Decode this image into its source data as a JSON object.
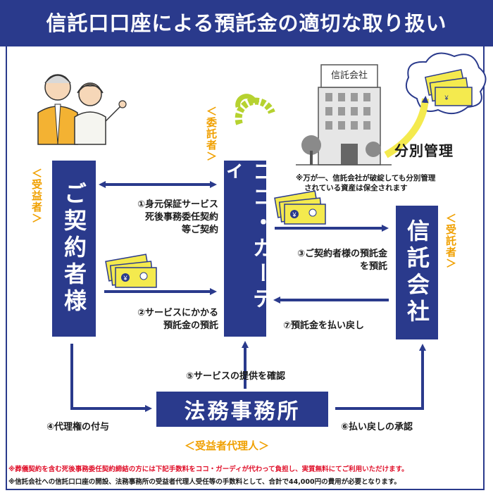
{
  "title": "信託口口座による預託金の適切な取り扱い",
  "nodes": {
    "customer": "ご契約者様",
    "coco": "ココ・ガーディ",
    "trust": "信託会社",
    "office": "法務事務所"
  },
  "roles": {
    "beneficiary": "＜受益者＞",
    "trustor": "＜委託者＞",
    "trustee": "＜受託者＞",
    "agent": "＜受益者代理人＞"
  },
  "building_sign": "信託会社",
  "segregation": "分別管理",
  "safety_note": [
    "※万が一、信託会社が破綻しても分別管理",
    "されている資産は保全されます"
  ],
  "steps": {
    "s1": [
      "①身元保証サービス",
      "死後事務委任契約",
      "等ご契約"
    ],
    "s2": [
      "②サービスにかかる",
      "預託金の預託"
    ],
    "s3": [
      "③ご契約者様の預託金",
      "を預託"
    ],
    "s4": "④代理権の付与",
    "s5": "⑤サービスの提供を確認",
    "s6": "⑥払い戻しの承認",
    "s7": "⑦預託金を払い戻し"
  },
  "banknote_symbol": "¥",
  "footnotes": {
    "red": "※葬儀契約を含む死後事務委任契約締結の方には下記手数料をココ・ガーディが代わって負担し、実質無料にてご利用いただけます。",
    "black": "※信託会社への信託口口座の開設、法務事務所の受益者代理人受任等の手数料として、合計で44,000円の費用が必要となります。"
  },
  "colors": {
    "navy": "#2a3a8c",
    "orange": "#f0a000",
    "red": "#e0102a",
    "banknote": "#f4ea4e",
    "logo_green": "#b6d230"
  }
}
